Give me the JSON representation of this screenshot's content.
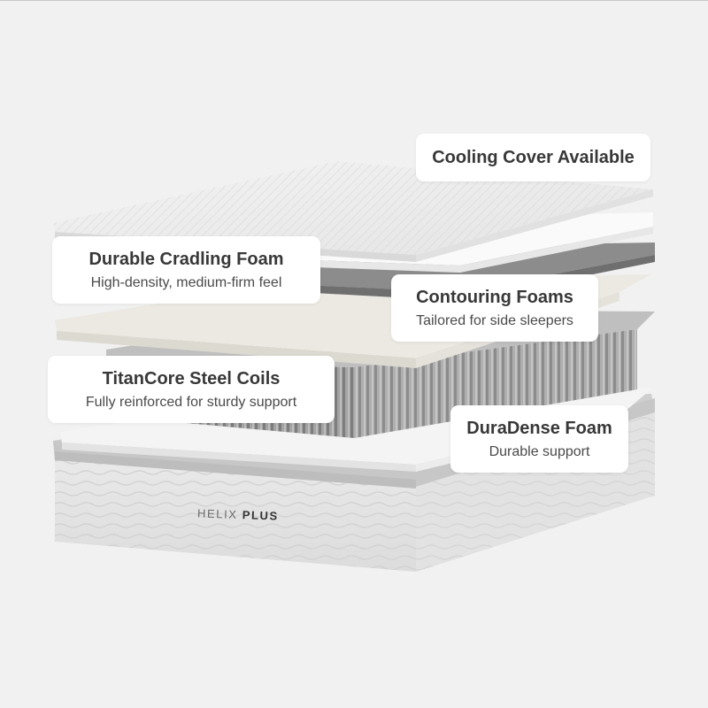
{
  "colors": {
    "background": "#f1f1f1",
    "callout_bg": "#ffffff",
    "text": "#383838",
    "coil_gray": "#9a9a9a",
    "foam_cream": "#eae8e1"
  },
  "callouts": {
    "cooling": {
      "title": "Cooling Cover Available"
    },
    "cradling": {
      "title": "Durable Cradling Foam",
      "subtitle": "High-density, medium-firm feel"
    },
    "contouring": {
      "title": "Contouring Foams",
      "subtitle": "Tailored for side sleepers"
    },
    "titancore": {
      "title": "TitanCore Steel Coils",
      "subtitle": "Fully reinforced for sturdy support"
    },
    "duradense": {
      "title": "DuraDense Foam",
      "subtitle": "Durable support"
    }
  },
  "brand": {
    "name": "HELIX",
    "model": "PLUS"
  }
}
